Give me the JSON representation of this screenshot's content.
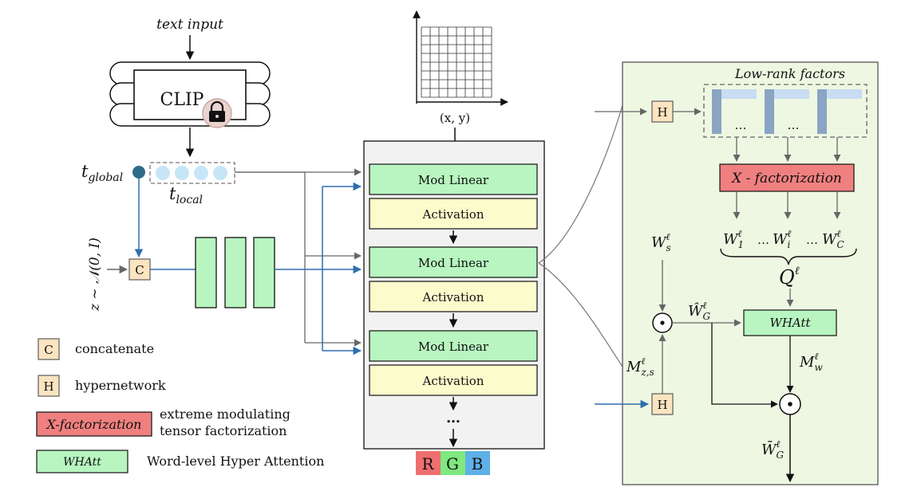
{
  "inputs": {
    "text_input": "text input",
    "clip": "CLIP",
    "t_global": "t",
    "t_global_sub": "global",
    "t_local": "t",
    "t_local_sub": "local",
    "noise": "z ~ 𝒩(0, I)",
    "coords": "(x, y)"
  },
  "main_column": {
    "blocks": [
      {
        "mod": "Mod Linear",
        "act": "Activation"
      },
      {
        "mod": "Mod Linear",
        "act": "Activation"
      },
      {
        "mod": "Mod Linear",
        "act": "Activation"
      }
    ],
    "ellipsis": "…"
  },
  "output": {
    "r": "R",
    "g": "G",
    "b": "B"
  },
  "legend": {
    "c_symbol": "C",
    "c_label": "concatenate",
    "h_symbol": "H",
    "h_label": "hypernetwork",
    "x_symbol": "X-factorization",
    "x_label_1": "extreme modulating",
    "x_label_2": "tensor factorization",
    "w_symbol": "WHAtt",
    "w_label": "Word-level Hyper Attention"
  },
  "detail_panel": {
    "title": "Low-rank factors",
    "h_top": "H",
    "h_bottom": "H",
    "factor_dots": "…",
    "xfact": "X - factorization",
    "w1": "W",
    "w1_sup": "ℓ",
    "w1_sub": "1",
    "wi": "W",
    "wi_sup": "ℓ",
    "wi_sub": "i",
    "wc": "W",
    "wc_sup": "ℓ",
    "wc_sub": "C",
    "dots1": "…",
    "dots2": "…",
    "q": "Q",
    "q_sup": "ℓ",
    "ws": "W",
    "ws_sup": "ℓ",
    "ws_sub": "s",
    "wg_hat": "Ŵ",
    "wg_hat_sup": "ℓ",
    "wg_hat_sub": "G",
    "whatt": "WHAtt",
    "mzs": "M",
    "mzs_sup": "ℓ",
    "mzs_sub": "z,s",
    "mw": "M",
    "mw_sup": "ℓ",
    "mw_sub": "w",
    "wg_bar": "W̄",
    "wg_bar_sup": "ℓ",
    "wg_bar_sub": "G",
    "odot": "⊙"
  },
  "colors": {
    "green": "#b8f5c0",
    "yellow": "#fbfbcc",
    "red": "#f08080",
    "panel": "#eef7e2",
    "tan": "#fbe4c0",
    "blue_line": "#2e6fad",
    "gray_line": "#666666",
    "dark_dot": "#2f6b8a",
    "light_dot": "#c6e6f8",
    "r": "#ef6f6f",
    "g": "#7fe87f",
    "b": "#5fb0e8"
  }
}
